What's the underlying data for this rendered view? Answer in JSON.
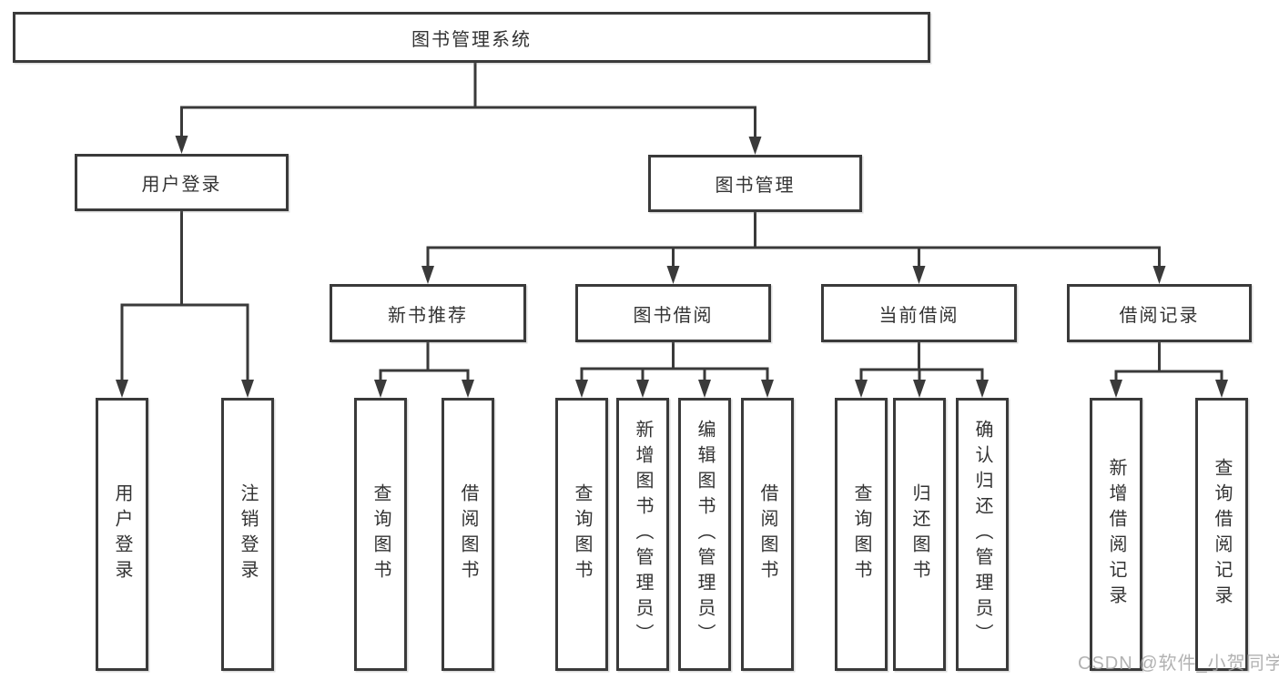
{
  "colors": {
    "line": "#3a3a3a",
    "text": "#333333",
    "background": "#ffffff",
    "watermark": "#a5a5a5"
  },
  "watermark": {
    "text": "CSDN @软件_小贺同学"
  },
  "tree": {
    "root": {
      "label": "图书管理系统"
    },
    "children": [
      {
        "label": "用户登录",
        "children": [
          {
            "label": "用户登录"
          },
          {
            "label": "注销登录"
          }
        ]
      },
      {
        "label": "图书管理",
        "children": [
          {
            "label": "新书推荐",
            "children": [
              {
                "label": "查询图书"
              },
              {
                "label": "借阅图书"
              }
            ]
          },
          {
            "label": "图书借阅",
            "children": [
              {
                "label": "查询图书"
              },
              {
                "label": "新增图书（管理员）"
              },
              {
                "label": "编辑图书（管理员）"
              },
              {
                "label": "借阅图书"
              }
            ]
          },
          {
            "label": "当前借阅",
            "children": [
              {
                "label": "查询图书"
              },
              {
                "label": "归还图书"
              },
              {
                "label": "确认归还（管理员）"
              }
            ]
          },
          {
            "label": "借阅记录",
            "children": [
              {
                "label": "新增借阅记录"
              },
              {
                "label": "查询借阅记录"
              }
            ]
          }
        ]
      }
    ]
  }
}
